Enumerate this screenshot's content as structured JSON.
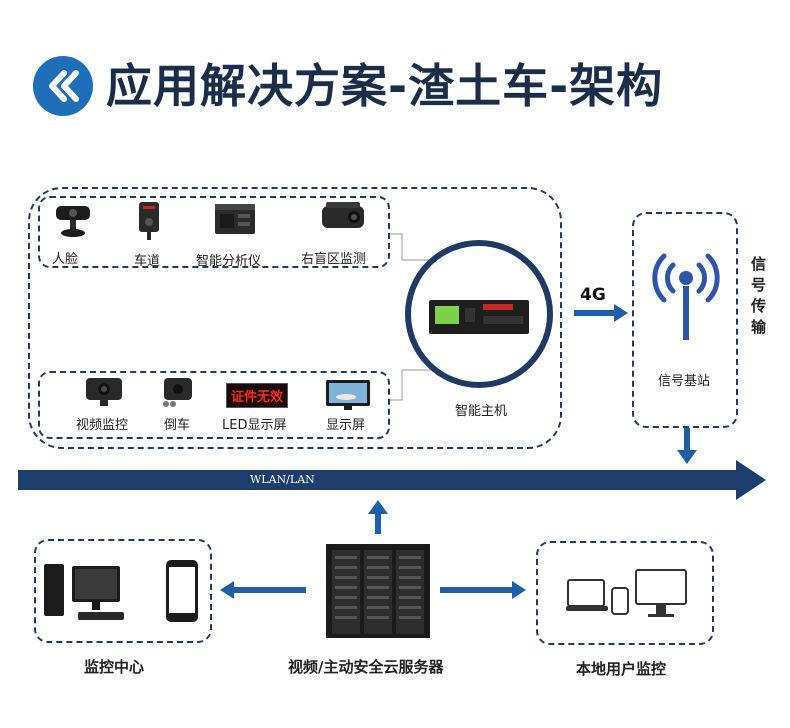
{
  "header": {
    "title": "应用解决方案-渣土车-架构",
    "icon": "double-chevron-left-icon"
  },
  "devices_top": [
    {
      "label": "人脸",
      "icon": "face-camera-icon"
    },
    {
      "label": "车道",
      "icon": "lane-camera-icon"
    },
    {
      "label": "智能分析仪",
      "icon": "analyzer-icon"
    },
    {
      "label": "右盲区监测",
      "icon": "blind-spot-camera-icon"
    }
  ],
  "devices_bottom": [
    {
      "label": "视频监控",
      "icon": "video-camera-icon"
    },
    {
      "label": "倒车",
      "icon": "reverse-camera-icon"
    },
    {
      "label": "LED显示屏",
      "icon": "led-display-icon",
      "screen_text": "证件无效"
    },
    {
      "label": "显示屏",
      "icon": "monitor-icon"
    }
  ],
  "host": {
    "label": "智能主机",
    "icon": "mdvr-host-icon"
  },
  "network": {
    "badge": "4G"
  },
  "base_station": {
    "label": "信号基站",
    "icon": "antenna-icon"
  },
  "signal_label": "信号传输",
  "bus": {
    "label": "WLAN/LAN"
  },
  "left_box": {
    "label": "监控中心"
  },
  "server": {
    "label": "视频/主动安全云服务器",
    "icon": "server-rack-icon"
  },
  "right_box": {
    "label": "本地用户监控"
  },
  "colors": {
    "navy": "#1f3a63",
    "accent": "#1f6fb8",
    "arrow": "#1e5fa8"
  }
}
